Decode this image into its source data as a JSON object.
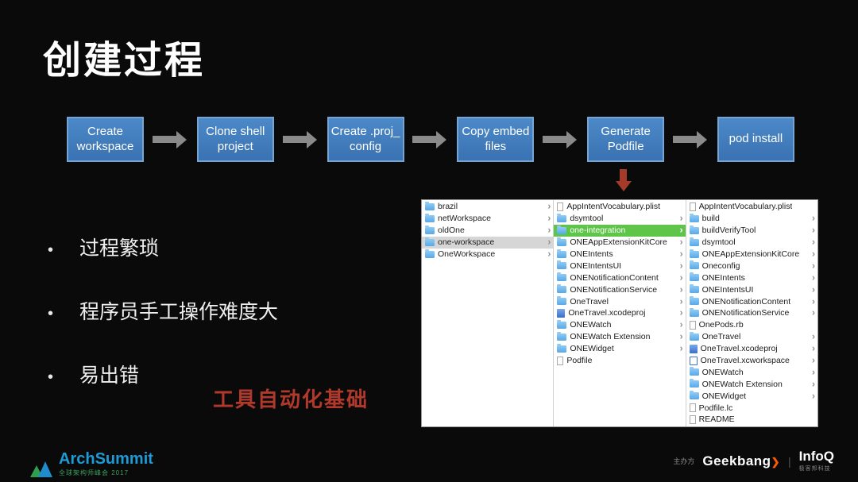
{
  "title": "创建过程",
  "flow": {
    "steps": [
      "Create workspace",
      "Clone shell project",
      "Create .proj_ config",
      "Copy embed files",
      "Generate Podfile",
      "pod install"
    ]
  },
  "bullets": [
    "过程繁琐",
    "程序员手工操作难度大",
    "易出错"
  ],
  "highlight_text": "工具自动化基础",
  "icons": {
    "chevron_right": "›",
    "bullet": "•"
  },
  "finder": {
    "columns": [
      {
        "items": [
          {
            "name": "brazil",
            "icon": "folder",
            "chevron": true
          },
          {
            "name": "netWorkspace",
            "icon": "folder",
            "chevron": true
          },
          {
            "name": "oldOne",
            "icon": "folder",
            "chevron": true
          },
          {
            "name": "one-workspace",
            "icon": "folder",
            "chevron": true,
            "selected": "gray"
          },
          {
            "name": "OneWorkspace",
            "icon": "folder",
            "chevron": true
          }
        ]
      },
      {
        "items": [
          {
            "name": "AppIntentVocabulary.plist",
            "icon": "file",
            "chevron": false
          },
          {
            "name": "dsymtool",
            "icon": "folder",
            "chevron": true
          },
          {
            "name": "one-integration",
            "icon": "folder",
            "chevron": true,
            "selected": "green"
          },
          {
            "name": "ONEAppExtensionKitCore",
            "icon": "folder",
            "chevron": true
          },
          {
            "name": "ONEIntents",
            "icon": "folder",
            "chevron": true
          },
          {
            "name": "ONEIntentsUI",
            "icon": "folder",
            "chevron": true
          },
          {
            "name": "ONENotificationContent",
            "icon": "folder",
            "chevron": true
          },
          {
            "name": "ONENotificationService",
            "icon": "folder",
            "chevron": true
          },
          {
            "name": "OneTravel",
            "icon": "folder",
            "chevron": true
          },
          {
            "name": "OneTravel.xcodeproj",
            "icon": "xcodeproj",
            "chevron": true
          },
          {
            "name": "ONEWatch",
            "icon": "folder",
            "chevron": true
          },
          {
            "name": "ONEWatch Extension",
            "icon": "folder",
            "chevron": true
          },
          {
            "name": "ONEWidget",
            "icon": "folder",
            "chevron": true
          },
          {
            "name": "Podfile",
            "icon": "file",
            "chevron": false
          }
        ]
      },
      {
        "items": [
          {
            "name": "AppIntentVocabulary.plist",
            "icon": "file",
            "chevron": false
          },
          {
            "name": "build",
            "icon": "folder",
            "chevron": true
          },
          {
            "name": "buildVerifyTool",
            "icon": "folder",
            "chevron": true
          },
          {
            "name": "dsymtool",
            "icon": "folder",
            "chevron": true
          },
          {
            "name": "ONEAppExtensionKitCore",
            "icon": "folder",
            "chevron": true
          },
          {
            "name": "Oneconfig",
            "icon": "folder",
            "chevron": true
          },
          {
            "name": "ONEIntents",
            "icon": "folder",
            "chevron": true
          },
          {
            "name": "ONEIntentsUI",
            "icon": "folder",
            "chevron": true
          },
          {
            "name": "ONENotificationContent",
            "icon": "folder",
            "chevron": true
          },
          {
            "name": "ONENotificationService",
            "icon": "folder",
            "chevron": true
          },
          {
            "name": "OnePods.rb",
            "icon": "file",
            "chevron": false
          },
          {
            "name": "OneTravel",
            "icon": "folder",
            "chevron": true
          },
          {
            "name": "OneTravel.xcodeproj",
            "icon": "xcodeproj",
            "chevron": true
          },
          {
            "name": "OneTravel.xcworkspace",
            "icon": "xcworkspace",
            "chevron": true
          },
          {
            "name": "ONEWatch",
            "icon": "folder",
            "chevron": true
          },
          {
            "name": "ONEWatch Extension",
            "icon": "folder",
            "chevron": true
          },
          {
            "name": "ONEWidget",
            "icon": "folder",
            "chevron": true
          },
          {
            "name": "Podfile.lc",
            "icon": "file",
            "chevron": false
          },
          {
            "name": "README",
            "icon": "file",
            "chevron": false
          }
        ]
      }
    ]
  },
  "footer": {
    "archsummit": {
      "brand": "ArchSummit",
      "subtitle": "全球架构师峰会 2017"
    },
    "host_label": "主办方",
    "geekbang": "Geekbang",
    "geekbang_arrow": "❯",
    "divider": "|",
    "infoq": "InfoQ",
    "infoq_sub": "极客邦科技"
  },
  "colors": {
    "background": "#0a0a0a",
    "box_blue": "#3e7cbf",
    "box_border": "#76a5d4",
    "flow_arrow_gray": "#8a8a8a",
    "red_accent": "#b1392b",
    "green_highlight": "#5dc648",
    "gray_highlight": "#d6d6d6",
    "archsummit_blue": "#1e9ad6",
    "geekbang_orange": "#ff5a00"
  }
}
